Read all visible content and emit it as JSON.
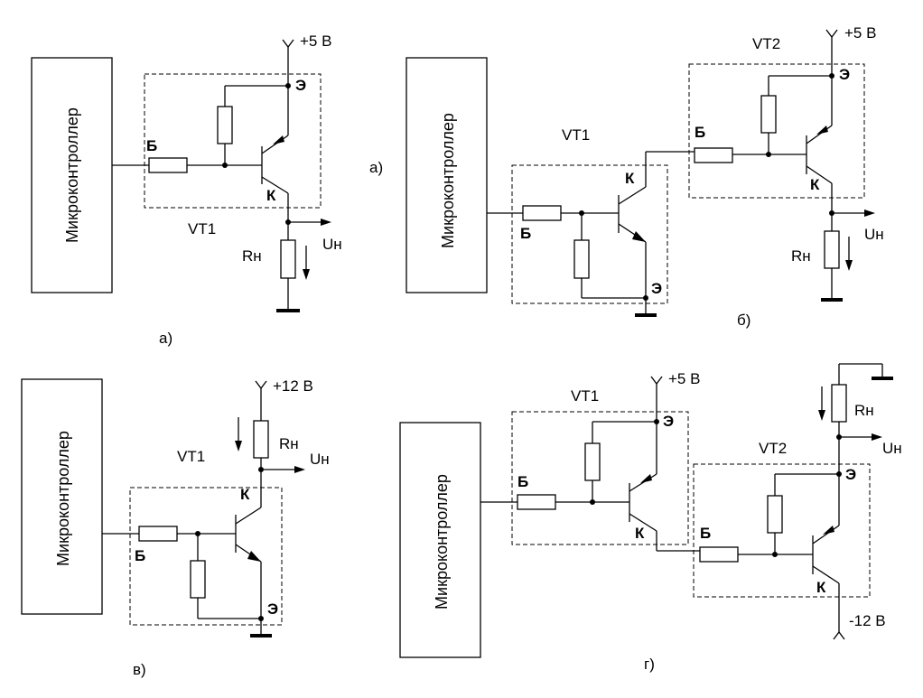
{
  "mc_label": "Микроконтроллер",
  "pins": {
    "base": "Б",
    "collector": "К",
    "emitter": "Э"
  },
  "circuit_a": {
    "caption": "а)",
    "supply": "+5 В",
    "transistor": "VT1",
    "load": "Rн",
    "output": "Uн"
  },
  "circuit_b": {
    "caption_left": "а)",
    "caption": "б)",
    "supply": "+5 В",
    "transistor1": "VT1",
    "transistor2": "VT2",
    "load": "Rн",
    "output": "Uн"
  },
  "circuit_v": {
    "caption": "в)",
    "supply": "+12 В",
    "transistor": "VT1",
    "load": "Rн",
    "output": "Uн"
  },
  "circuit_g": {
    "caption": "г)",
    "supply_pos": "+5 В",
    "supply_neg": "-12 В",
    "transistor1": "VT1",
    "transistor2": "VT2",
    "load": "Rн",
    "output": "Uн"
  }
}
